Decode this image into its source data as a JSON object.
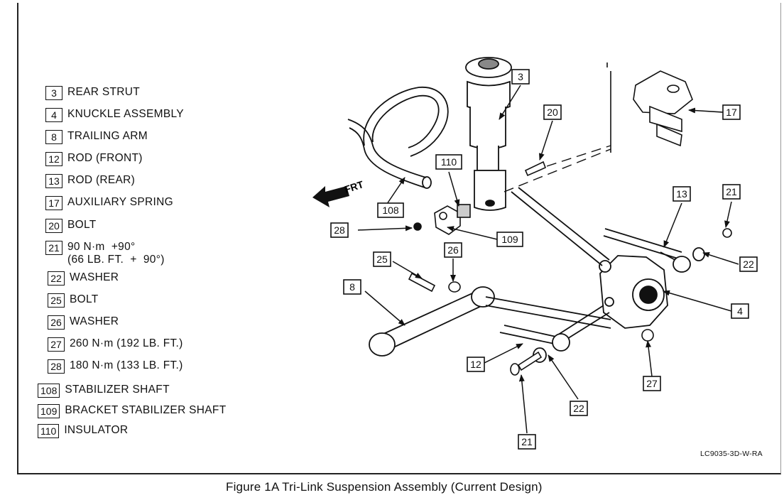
{
  "legend": [
    {
      "num": "3",
      "text": "REAR STRUT"
    },
    {
      "num": "4",
      "text": "KNUCKLE ASSEMBLY"
    },
    {
      "num": "8",
      "text": "TRAILING ARM"
    },
    {
      "num": "12",
      "text": "ROD (FRONT)"
    },
    {
      "num": "13",
      "text": "ROD (REAR)"
    },
    {
      "num": "17",
      "text": "AUXILIARY SPRING"
    },
    {
      "num": "20",
      "text": "BOLT"
    },
    {
      "num": "21",
      "text": "90 N·m  +90°\n(66 LB. FT.  +  90°)"
    },
    {
      "num": "22",
      "text": "WASHER"
    },
    {
      "num": "25",
      "text": "BOLT"
    },
    {
      "num": "26",
      "text": "WASHER"
    },
    {
      "num": "27",
      "text": "260 N·m (192 LB. FT.)"
    },
    {
      "num": "28",
      "text": "180 N·m (133 LB. FT.)"
    },
    {
      "num": "108",
      "text": "STABILIZER SHAFT"
    },
    {
      "num": "109",
      "text": "BRACKET STABILIZER SHAFT"
    },
    {
      "num": "110",
      "text": "INSULATOR"
    }
  ],
  "diagram": {
    "frt_label": "FRT",
    "callouts": [
      "3",
      "20",
      "17",
      "110",
      "108",
      "28",
      "109",
      "13",
      "21",
      "26",
      "25",
      "22",
      "8",
      "4",
      "12",
      "27",
      "22",
      "21"
    ]
  },
  "code": "LC9035-3D-W-RA",
  "caption": "Figure 1A Tri-Link Suspension Assembly (Current Design)"
}
